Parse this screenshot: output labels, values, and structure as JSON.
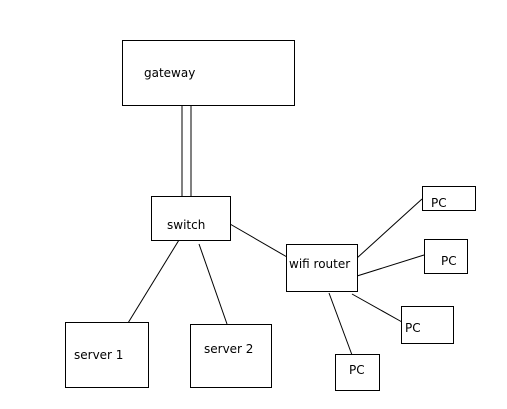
{
  "diagram": {
    "nodes": {
      "gateway": {
        "label": "gateway"
      },
      "switch": {
        "label": "switch"
      },
      "wifi_router": {
        "label": "wifi router"
      },
      "server1": {
        "label": "server 1"
      },
      "server2": {
        "label": "server 2"
      },
      "pc1": {
        "label": "PC"
      },
      "pc2": {
        "label": "PC"
      },
      "pc3": {
        "label": "PC"
      },
      "pc4": {
        "label": "PC"
      }
    },
    "connections": [
      {
        "from": "gateway",
        "to": "switch",
        "style": "double"
      },
      {
        "from": "switch",
        "to": "server1",
        "style": "single"
      },
      {
        "from": "switch",
        "to": "server2",
        "style": "single"
      },
      {
        "from": "switch",
        "to": "wifi_router",
        "style": "single"
      },
      {
        "from": "wifi_router",
        "to": "pc1",
        "style": "single"
      },
      {
        "from": "wifi_router",
        "to": "pc2",
        "style": "single"
      },
      {
        "from": "wifi_router",
        "to": "pc3",
        "style": "single"
      },
      {
        "from": "wifi_router",
        "to": "pc4",
        "style": "single"
      }
    ],
    "line_color": "#000000",
    "box_border_color": "#000000",
    "background_color": "#ffffff"
  }
}
